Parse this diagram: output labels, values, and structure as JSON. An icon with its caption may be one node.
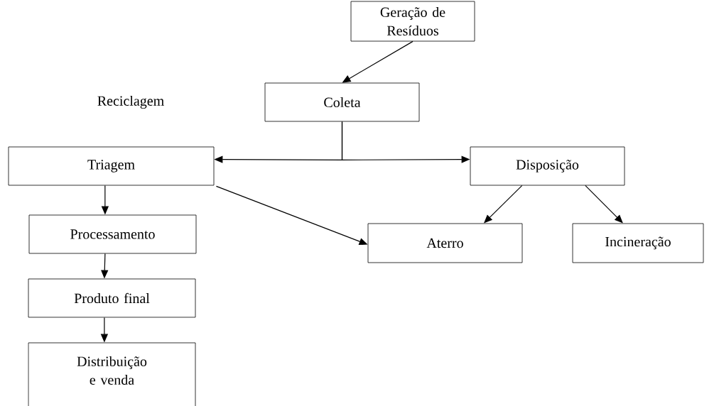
{
  "diagram": {
    "nodes": [
      {
        "text": [
          "Geração de Resíduos"
        ]
      },
      {
        "text": [
          "Coleta"
        ]
      },
      {
        "text": [
          "Triagem"
        ]
      },
      {
        "text": [
          "Disposição"
        ]
      },
      {
        "text": [
          "Processamento"
        ]
      },
      {
        "text": [
          "Aterro"
        ]
      },
      {
        "text": [
          "Incineração"
        ]
      },
      {
        "text": [
          "Produto final"
        ]
      },
      {
        "text": [
          "Distribuição e venda"
        ]
      }
    ],
    "edges": [
      {
        "from": 0,
        "to": 1,
        "arrow": "to"
      },
      {
        "from": 1,
        "to": 2,
        "arrow": "to"
      },
      {
        "from": 1,
        "to": 3,
        "arrow": "to"
      },
      {
        "from": 2,
        "to": 5,
        "arrow": "to"
      },
      {
        "from": 3,
        "to": 5,
        "arrow": "to"
      },
      {
        "from": 3,
        "to": 6,
        "arrow": "to"
      },
      {
        "from": 2,
        "to": 4,
        "arrow": "to"
      },
      {
        "from": 4,
        "to": 7,
        "arrow": "to"
      },
      {
        "from": 7,
        "to": 8,
        "arrow": "to"
      }
    ],
    "labels": [
      "Reciclagem"
    ]
  }
}
